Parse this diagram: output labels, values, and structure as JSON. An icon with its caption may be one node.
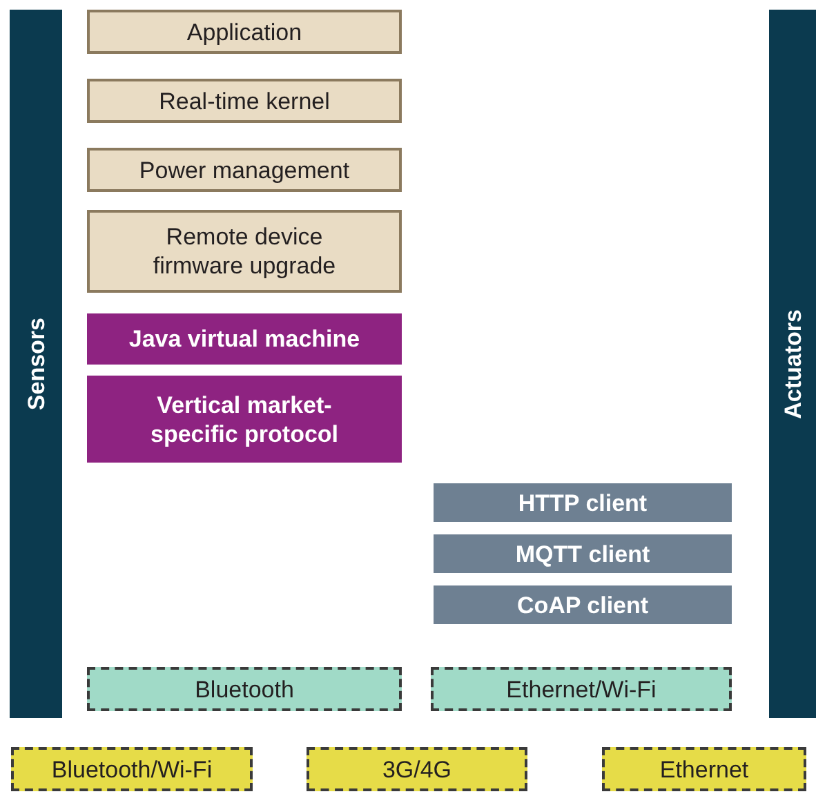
{
  "diagram": {
    "nodes": [
      {
        "text": [
          "Sensors"
        ]
      },
      {
        "text": [
          "Application"
        ]
      },
      {
        "text": [
          "Real-time kernel"
        ]
      },
      {
        "text": [
          "Power management"
        ]
      },
      {
        "text": [
          "Remote device firmware upgrade"
        ]
      },
      {
        "text": [
          "Java virtual machine"
        ]
      },
      {
        "text": [
          "Vertical market-specific protocol"
        ]
      },
      {
        "text": [
          "HTTP client"
        ]
      },
      {
        "text": [
          "MQTT client"
        ]
      },
      {
        "text": [
          "CoAP client"
        ]
      },
      {
        "text": [
          "Bluetooth"
        ]
      },
      {
        "text": [
          "Ethernet/Wi-Fi"
        ]
      },
      {
        "text": [
          "Actuators"
        ]
      },
      {
        "text": [
          "Bluetooth/Wi-Fi"
        ]
      },
      {
        "text": [
          "3G/4G"
        ]
      },
      {
        "text": [
          "Ethernet"
        ]
      }
    ]
  }
}
